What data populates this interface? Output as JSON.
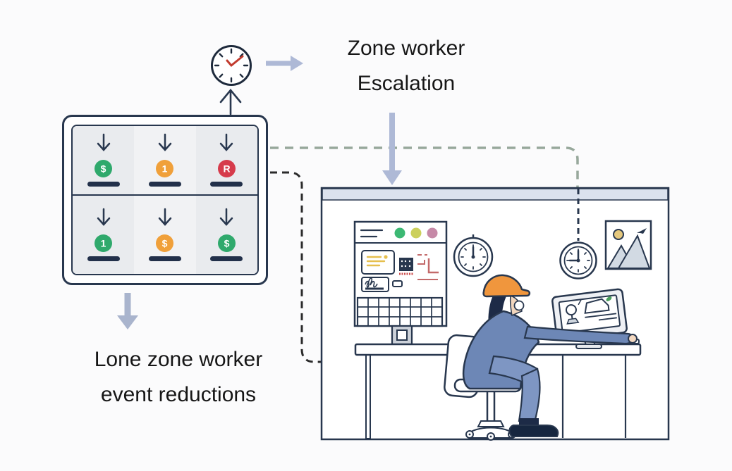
{
  "background": "#fbfbfc",
  "labels": {
    "escalation_line1": "Zone worker",
    "escalation_line2": "Escalation",
    "reduction_line1": "Lone zone worker",
    "reduction_line2": "event reductions"
  },
  "colors": {
    "green": "#2fa96c",
    "orange": "#f0a03a",
    "red": "#d63b4b",
    "navy_outline": "#28374e",
    "bar_navy": "#22304a",
    "arrow_blue_gray": "#aeb9d6",
    "dash_green": "#97a89b",
    "dash_black": "#2b2b2b",
    "clock_hand_red": "#c23b2e",
    "room_top_bar": "#dbe2ee",
    "hat_orange": "#f0963d",
    "jacket_blue": "#6d87b6",
    "pants_blue": "#7e96c3",
    "shoe_navy": "#16263f"
  },
  "panel": {
    "rows": 2,
    "cols": 3,
    "cells": [
      {
        "status": "green",
        "color": "#2fa96c",
        "glyph": "$"
      },
      {
        "status": "orange",
        "color": "#f0a03a",
        "glyph": "1"
      },
      {
        "status": "red",
        "color": "#d63b4b",
        "glyph": "R"
      },
      {
        "status": "green",
        "color": "#2fa96c",
        "glyph": "1"
      },
      {
        "status": "orange",
        "color": "#f0a03a",
        "glyph": "$"
      },
      {
        "status": "green",
        "color": "#2fa96c",
        "glyph": "$"
      }
    ]
  },
  "top_clock": {
    "icon": "stopwatch-clock-icon",
    "hand_color": "#c23b2e"
  },
  "room": {
    "wall_clock_left_time": "12:00",
    "wall_clock_right_time": "9:00",
    "screen_traffic_lights": [
      "#3cb873",
      "#ccd05c",
      "#c689a7"
    ],
    "items": [
      "control-screen",
      "wall-clock-left",
      "wall-clock-right",
      "picture-frame",
      "desk",
      "desk-monitor",
      "office-chair",
      "worker-with-hard-hat"
    ]
  },
  "connectors": [
    {
      "style": "thin-arrow-up",
      "from": "status-panel",
      "to": "timer-clock"
    },
    {
      "style": "arrow-right-blue",
      "from": "timer-clock",
      "to": "escalation-label"
    },
    {
      "style": "arrow-down-blue",
      "from": "escalation-label",
      "to": "control-room"
    },
    {
      "style": "arrow-down-blue",
      "from": "status-panel",
      "to": "reduction-label"
    },
    {
      "style": "dashed-green",
      "from": "status-panel",
      "to": "wall-clock-right"
    },
    {
      "style": "dashed-black",
      "from": "status-panel",
      "to": "desk"
    }
  ],
  "icons": {
    "timer_clock": "⏱",
    "wall_clock_left": "🕛",
    "wall_clock_right": "🕘",
    "picture_frame": "🖼",
    "monitor": "🖥",
    "worker": "👷"
  }
}
